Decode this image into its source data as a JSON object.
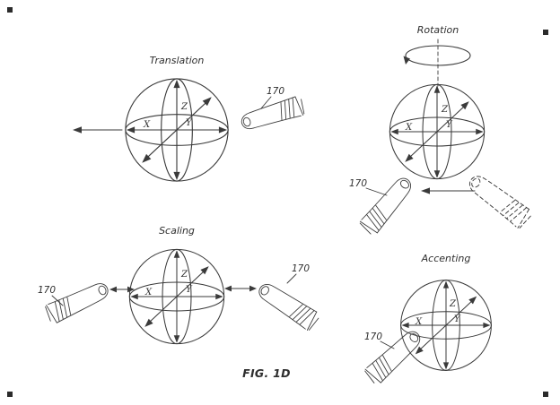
{
  "figure": {
    "caption": "FIG. 1D",
    "axis_labels": {
      "x": "X",
      "y": "Y",
      "z": "Z"
    },
    "panels": {
      "translation": {
        "title": "Translation",
        "ref": "170"
      },
      "rotation": {
        "title": "Rotation",
        "ref": "170"
      },
      "scaling": {
        "title": "Scaling",
        "ref_left": "170",
        "ref_right": "170"
      },
      "accenting": {
        "title": "Accenting",
        "ref": "170"
      }
    }
  }
}
